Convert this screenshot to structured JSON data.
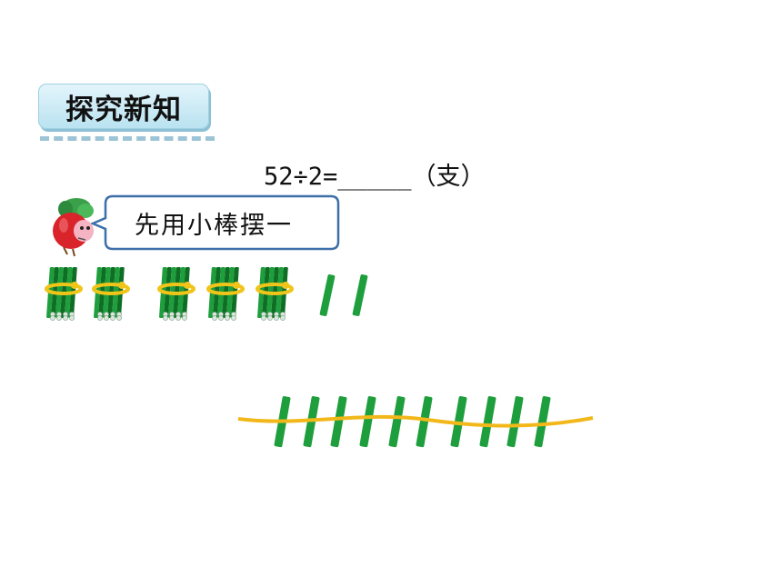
{
  "section_title": "探究新知",
  "equation": {
    "text": "52÷2=_____",
    "unit": "（支）"
  },
  "speech_bubble": {
    "text": "先用小棒摆一"
  },
  "manipulatives": {
    "bundle_of_ten_count": 5,
    "single_sticks_top": 2,
    "split_row_single_sticks": 10,
    "colors": {
      "stick": "#1e9e3c",
      "stick_dark": "#0e6e24",
      "ribbon": "#f0c419",
      "split_line": "#f2b81a"
    }
  },
  "icons": {
    "mascot": "radish-mascot-icon",
    "bundle": "stick-bundle-icon"
  }
}
